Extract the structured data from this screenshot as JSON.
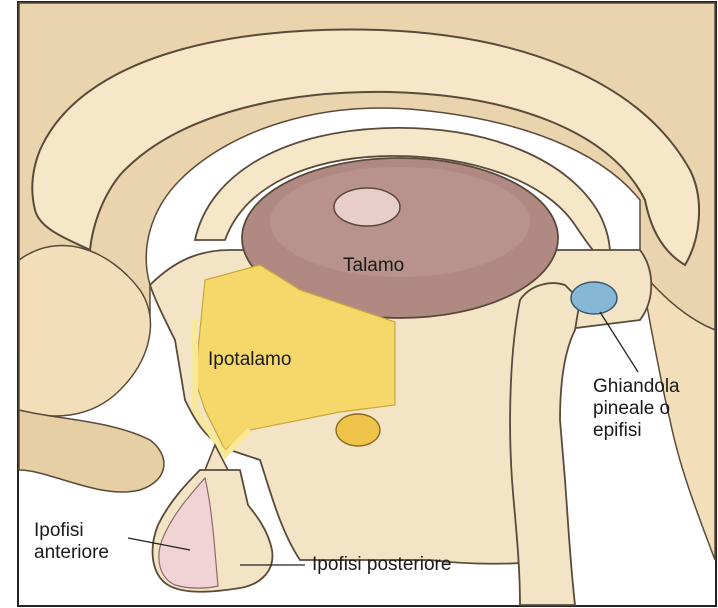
{
  "labels": {
    "thalamus": "Talamo",
    "hypothalamus": "Ipotalamo",
    "pineal_line1": "Ghiandola",
    "pineal_line2": "pineale o",
    "pineal_line3": "epifisi",
    "anterior_line1": "Ipofisi",
    "anterior_line2": "anteriore",
    "posterior": "Ipofisi posteriore"
  },
  "colors": {
    "tissue": "#f4e4c6",
    "tissue_shade": "#e6d1a8",
    "outline": "#5a4a3a",
    "thalamus": "#b08a82",
    "hypothalamus": "#f6d86a",
    "pineal": "#86b8d6",
    "anterior_pituitary": "#f1d3d6",
    "background_cortex": "#ead4ad"
  }
}
